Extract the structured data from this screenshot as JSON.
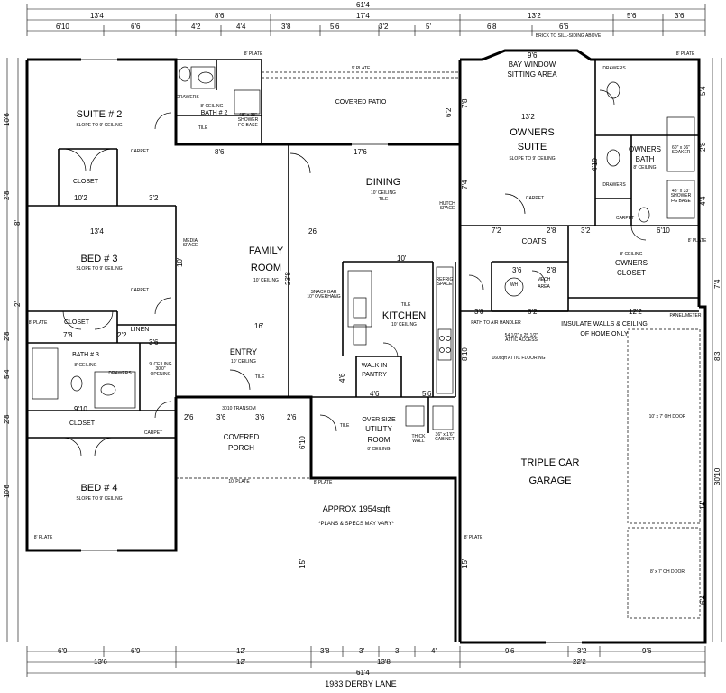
{
  "title": "1983 DERBY LANE",
  "note_area": "APPROX 1954sqft",
  "note_specs": "*PLANS & SPECS MAY VARY*",
  "rooms": {
    "suite2": {
      "name": "SUITE # 2",
      "note": "SLOPE TO 9' CEILING"
    },
    "closet_s2": "CLOSET",
    "bath2": {
      "name": "BATH # 2",
      "note": "8' CEILING"
    },
    "patio": "COVERED PATIO",
    "bed3": {
      "name": "BED # 3",
      "note": "SLOPE TO 9' CEILING"
    },
    "closet_b3": "CLOSET",
    "linen": "LINEN",
    "bath3": {
      "name": "BATH # 3",
      "note": "8' CEILING"
    },
    "closet_b4": "CLOSET",
    "bed4": {
      "name": "BED # 4",
      "note": "SLOPE TO 9' CEILING"
    },
    "family": {
      "name1": "FAMILY",
      "name2": "ROOM",
      "note": "10' CEILING"
    },
    "entry": {
      "name": "ENTRY",
      "note": "10' CEILING"
    },
    "porch": {
      "name1": "COVERED",
      "name2": "PORCH"
    },
    "dining": {
      "name": "DINING",
      "note1": "10' CEILING",
      "note2": "TILE"
    },
    "kitchen": {
      "name": "KITCHEN",
      "note": "10' CEILING"
    },
    "pantry": {
      "name1": "WALK IN",
      "name2": "PANTRY"
    },
    "utility": {
      "name0": "OVER SIZE",
      "name1": "UTILITY",
      "name2": "ROOM",
      "note": "8' CEILING"
    },
    "owners": {
      "name1": "OWNERS",
      "name2": "SUITE",
      "note": "SLOPE TO 9' CEILING"
    },
    "bay": {
      "name1": "BAY WINDOW",
      "name2": "SITTING AREA"
    },
    "owners_bath": {
      "name1": "OWNERS",
      "name2": "BATH",
      "note": "8' CEILING"
    },
    "owners_closet": {
      "name1": "OWNERS",
      "name2": "CLOSET",
      "note": "8' CEILING"
    },
    "coats": "COATS",
    "mech": {
      "name1": "MECH",
      "name2": "AREA"
    },
    "garage": {
      "name1": "TRIPLE CAR",
      "name2": "GARAGE"
    },
    "insulate": {
      "line1": "INSULATE WALLS & CEILING",
      "line2": "OF HOME ONLY"
    }
  },
  "notes": {
    "hutch": "HUTCH\nSPACE",
    "media": "MEDIA\nSPACE",
    "snack": "SNACK BAR\n10\" OVERHANG",
    "refrig": "REFRIG\nSPACE",
    "thick_wall": "THICK\nWALL",
    "cabinet": "36\" x 1'6\"\nCABINET",
    "attic": "54 1/2\" x 25 1/2\"\nATTIC ACCESS",
    "attic_floor": "160sqft ATTIC FLOORING",
    "air_handler": "PATH TO AIR HANDLER",
    "brick": "BRICK TO SILL-SIDING ABOVE",
    "door_10x7": "10' x 7' OH DOOR",
    "door_8x7": "8' x 7' OH DOOR",
    "soaker": "60\" x 36\"\nSOAKER",
    "shower1": "48\" x 33\"\nSHOWER\nFG BASE",
    "shower2": "48\" x 33\"\nSHOWER\nFG BASE",
    "panel": "PANEL/METER",
    "opening": "9' CEILING\n30'0\"\nOPENING",
    "carpet": "CARPET",
    "tile": "TILE",
    "plate8": "8' PLATE",
    "plate9": "9' PLATE",
    "plate10": "10' PLATE",
    "drawers": "DRAWERS",
    "transom": "3010 TRANSOM",
    "wh": "WH"
  },
  "dims": {
    "overall_top": "61'4",
    "top1": [
      "13'4",
      "8'6",
      "17'4",
      "13'2",
      "5'6",
      "3'6"
    ],
    "top2": [
      "6'10",
      "6'6",
      "4'2",
      "4'4",
      "3'8",
      "5'6",
      "3'2",
      "5'",
      "6'8",
      "6'6"
    ],
    "overall_bottom": "61'4",
    "bot1": [
      "6'9",
      "6'9",
      "12'",
      "3'8",
      "3'",
      "3'",
      "4'",
      "9'6",
      "3'2",
      "9'6"
    ],
    "bot2": [
      "13'6",
      "12'",
      "13'8",
      "22'2"
    ],
    "interior": [
      "10'2",
      "3'2",
      "13'4",
      "26'",
      "16'",
      "10'",
      "8'6",
      "17'6",
      "13'2",
      "9'6",
      "7'8",
      "2'2",
      "3'6",
      "9'10",
      "2'6",
      "3'6",
      "3'6",
      "2'6",
      "4'6",
      "5'6",
      "7'2",
      "2'8",
      "3'2",
      "6'10",
      "3'6",
      "2'8",
      "3'8",
      "6'2",
      "12'2"
    ],
    "left": [
      "10'6",
      "2'8",
      "8'",
      "2'",
      "2'8",
      "5'4",
      "2'8",
      "10'6"
    ],
    "right": [
      "5'4",
      "2'8",
      "4'4",
      "7'4",
      "8'3",
      "30'10",
      "14'",
      "6'4"
    ],
    "misc_v": [
      "23'8",
      "15'",
      "15'",
      "8'10",
      "6'10",
      "4'6",
      "7'8",
      "6'2",
      "7'4",
      "10'",
      "4'10"
    ]
  }
}
